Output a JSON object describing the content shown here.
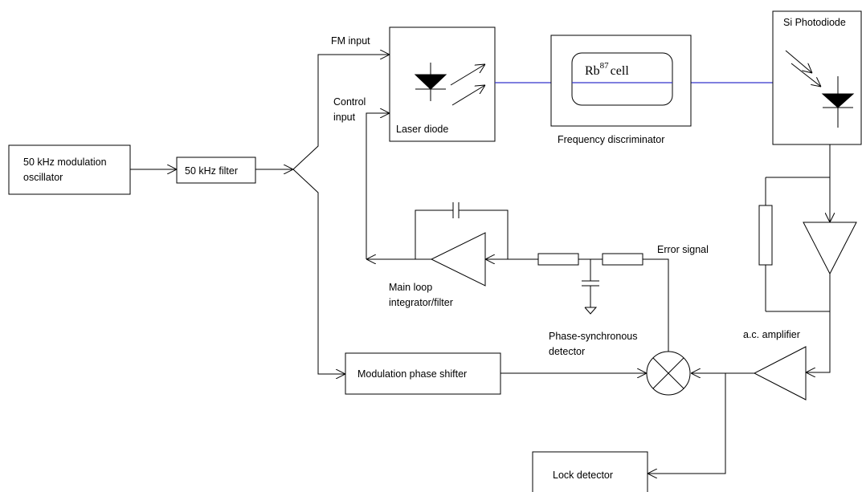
{
  "labels": {
    "osc_line1": "50 kHz modulation",
    "osc_line2": "oscillator",
    "filter": "50 kHz filter",
    "fm_input": "FM input",
    "control_line1": "Control",
    "control_line2": "input",
    "laser": "Laser diode",
    "rb_cell_base": "Rb",
    "rb_cell_sup": "87",
    "rb_cell_tail": "cell",
    "freq_disc": "Frequency discriminator",
    "photodiode": "Si Photodiode",
    "error_signal": "Error signal",
    "integrator_line1": "Main loop",
    "integrator_line2": "integrator/filter",
    "psd_line1": "Phase-synchronous",
    "psd_line2": "detector",
    "ac_amp": "a.c. amplifier",
    "phase_shifter": "Modulation phase shifter",
    "lock_detector": "Lock detector"
  },
  "colors": {
    "beam": "#3333cc",
    "line": "#000000"
  }
}
